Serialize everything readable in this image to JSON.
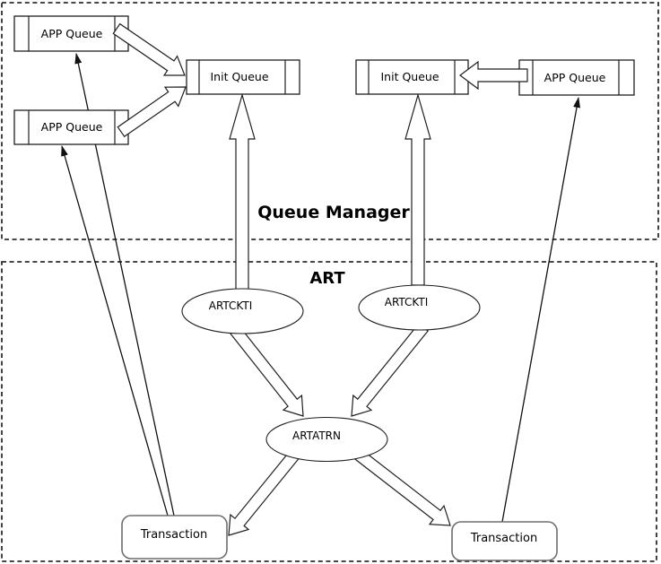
{
  "regions": {
    "queue_manager": {
      "label": "Queue Manager"
    },
    "art": {
      "label": "ART"
    }
  },
  "nodes": {
    "app_queue_top_left": {
      "label": "APP Queue",
      "type": "queue"
    },
    "app_queue_left": {
      "label": "APP Queue",
      "type": "queue"
    },
    "init_queue_left": {
      "label": "Init Queue",
      "type": "queue"
    },
    "init_queue_right": {
      "label": "Init Queue",
      "type": "queue"
    },
    "app_queue_right": {
      "label": "APP Queue",
      "type": "queue"
    },
    "artckti_left": {
      "label": "ARTCKTI",
      "type": "process"
    },
    "artckti_right": {
      "label": "ARTCKTI",
      "type": "process"
    },
    "artatrn": {
      "label": "ARTATRN",
      "type": "process"
    },
    "transaction_left": {
      "label": "Transaction",
      "type": "transaction"
    },
    "transaction_right": {
      "label": "Transaction",
      "type": "transaction"
    }
  },
  "edges": [
    {
      "from": "app_queue_top_left",
      "to": "init_queue_left",
      "style": "block-arrow"
    },
    {
      "from": "app_queue_left",
      "to": "init_queue_left",
      "style": "block-arrow"
    },
    {
      "from": "app_queue_right",
      "to": "init_queue_right",
      "style": "block-arrow"
    },
    {
      "from": "artckti_left",
      "to": "init_queue_left",
      "style": "block-arrow"
    },
    {
      "from": "artckti_right",
      "to": "init_queue_right",
      "style": "block-arrow"
    },
    {
      "from": "artckti_left",
      "to": "artatrn",
      "style": "block-arrow"
    },
    {
      "from": "artckti_right",
      "to": "artatrn",
      "style": "block-arrow"
    },
    {
      "from": "artatrn",
      "to": "transaction_left",
      "style": "block-arrow"
    },
    {
      "from": "artatrn",
      "to": "transaction_right",
      "style": "block-arrow"
    },
    {
      "from": "transaction_left",
      "to": "app_queue_top_left",
      "style": "thin-arrow"
    },
    {
      "from": "transaction_left",
      "to": "app_queue_left",
      "style": "thin-arrow"
    },
    {
      "from": "transaction_right",
      "to": "app_queue_right",
      "style": "thin-arrow"
    }
  ],
  "colors": {
    "background": "#ffffff",
    "line": "#1f1f1f",
    "dashed_border": "#2e2e2e",
    "transaction_border": "#6e6e6e",
    "shape_fill": "#ffffff",
    "text": "#000000"
  }
}
